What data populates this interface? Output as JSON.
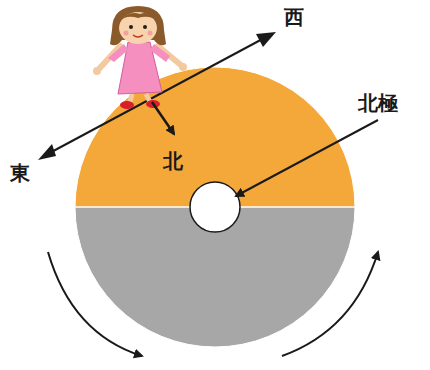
{
  "diagram": {
    "labels": [
      "西",
      "東",
      "北",
      "北極"
    ]
  }
}
